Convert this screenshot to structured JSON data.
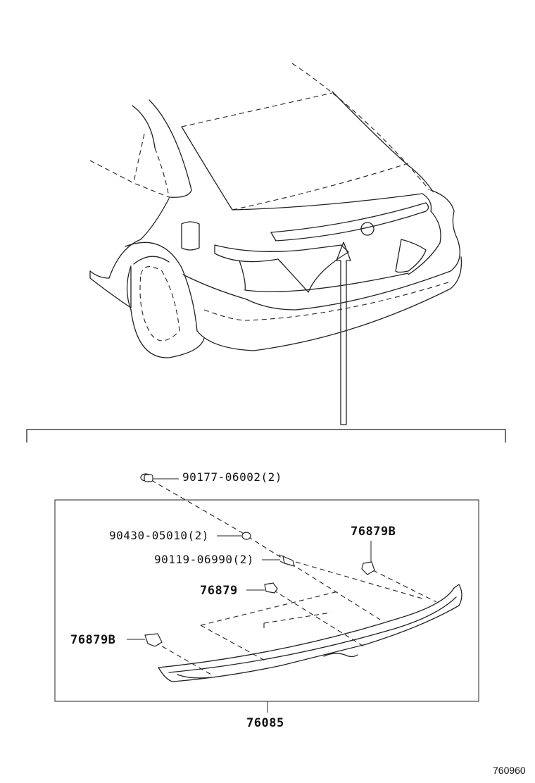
{
  "parts": {
    "clip_a": "90177-06002(2)",
    "nut": "90430-05010(2)",
    "screw": "90119-06990(2)",
    "clip_b_right": "76879B",
    "clip_center": "76879",
    "clip_b_left": "76879B",
    "spoiler": "76085"
  },
  "illustration_number": "760960"
}
